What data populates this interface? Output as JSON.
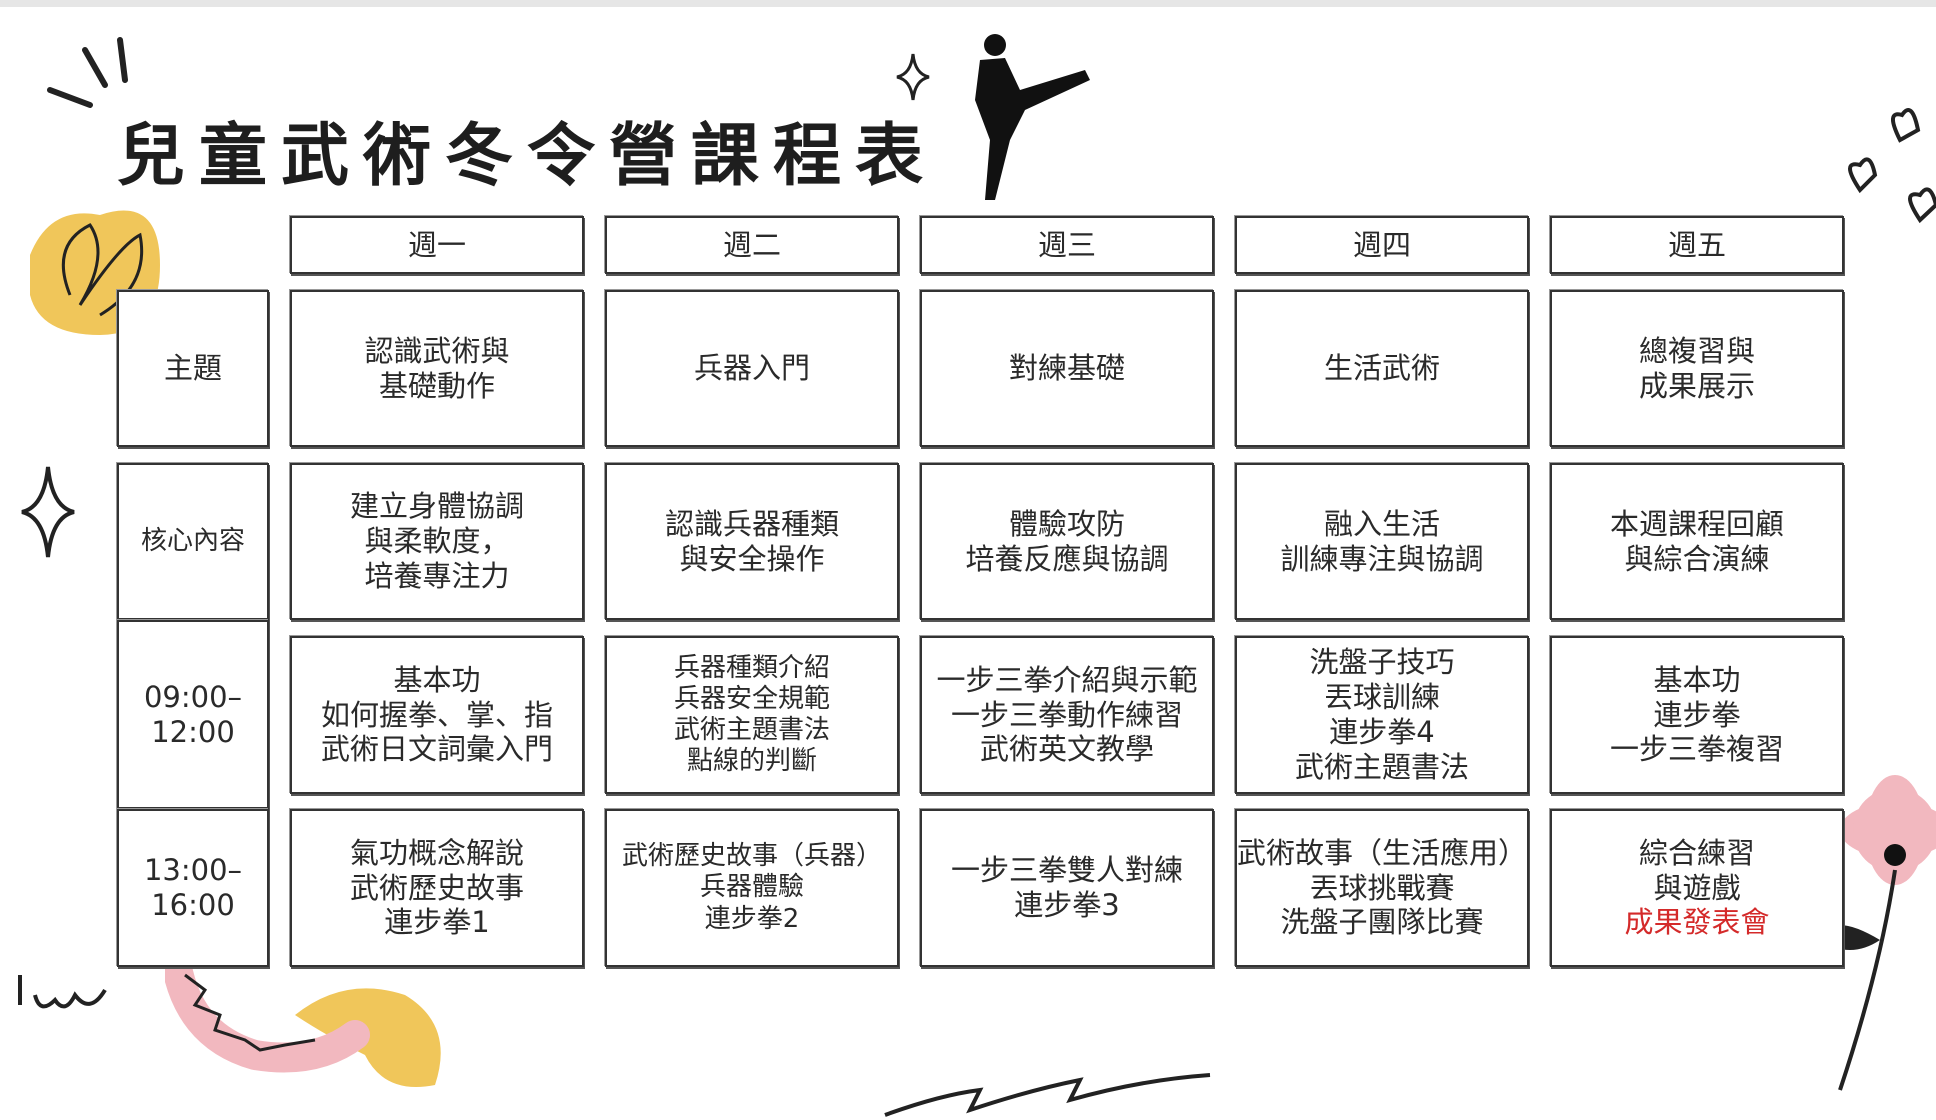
{
  "title": "兒童武術冬令營課程表",
  "days": [
    "週一",
    "週二",
    "週三",
    "週四",
    "週五"
  ],
  "row_labels": [
    "主題",
    "核心內容",
    "09:00–\n12:00",
    "13:00–\n16:00"
  ],
  "rows": [
    [
      [
        "認識武術與",
        "基礎動作"
      ],
      [
        "兵器入門"
      ],
      [
        "對練基礎"
      ],
      [
        "生活武術"
      ],
      [
        "總複習與",
        "成果展示"
      ]
    ],
    [
      [
        "建立身體協調",
        "與柔軟度，",
        "培養專注力"
      ],
      [
        "認識兵器種類",
        "與安全操作"
      ],
      [
        "體驗攻防",
        "培養反應與協調"
      ],
      [
        "融入生活",
        "訓練專注與協調"
      ],
      [
        "本週課程回顧",
        "與綜合演練"
      ]
    ],
    [
      [
        "基本功",
        "如何握拳、掌、指",
        "武術日文詞彙入門"
      ],
      [
        "兵器種類介紹",
        "兵器安全規範",
        "武術主題書法",
        "點線的判斷"
      ],
      [
        "一步三拳介紹與示範",
        "一步三拳動作練習",
        "武術英文教學"
      ],
      [
        "洗盤子技巧",
        "丟球訓練",
        "連步拳4",
        "武術主題書法"
      ],
      [
        "基本功",
        "連步拳",
        "一步三拳複習"
      ]
    ],
    [
      [
        "氣功概念解說",
        "武術歷史故事",
        "連步拳1"
      ],
      [
        "武術歷史故事（兵器）",
        "兵器體驗",
        "連步拳2"
      ],
      [
        "一步三拳雙人對練",
        "連步拳3"
      ],
      [
        "武術故事（生活應用）",
        "丟球挑戰賽",
        "洗盤子團隊比賽"
      ],
      [
        "綜合練習",
        "與遊戲",
        "成果發表會"
      ]
    ]
  ],
  "highlight": {
    "text": "成果發表會",
    "color": "#d42a2a"
  },
  "colors": {
    "yellow": "#f0c65a",
    "pink": "#f2b8bf",
    "ink": "#1e1e1e"
  }
}
